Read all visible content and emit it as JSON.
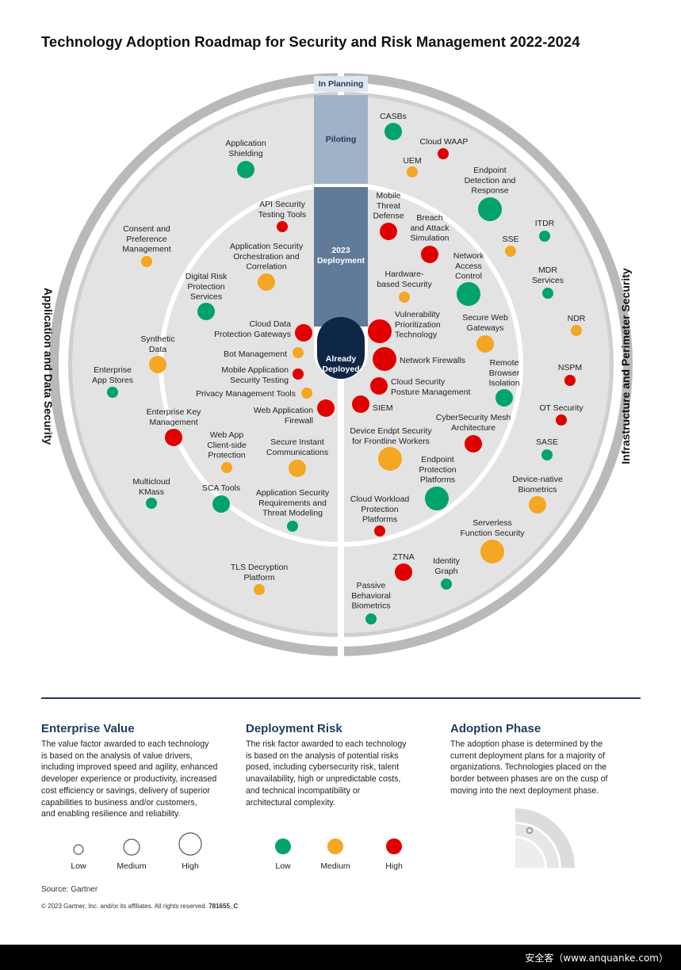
{
  "title": "Technology Adoption Roadmap for Security and Risk Management 2022-2024",
  "phases": {
    "in_planning": "In Planning",
    "piloting": "Piloting",
    "deployment_2023": [
      "2023",
      "Deployment"
    ],
    "already_deployed": [
      "Already",
      "Deployed"
    ]
  },
  "sides": {
    "left": "Application and Data Security",
    "right": "Infrastructure and Perimeter Security"
  },
  "colors": {
    "low": "#00a36c",
    "medium": "#f5a623",
    "high": "#e00000"
  },
  "technologies": [
    {
      "name": [
        "CASBs"
      ],
      "value": "medium",
      "risk": "low"
    },
    {
      "name": [
        "Cloud WAAP"
      ],
      "value": "low",
      "risk": "high"
    },
    {
      "name": [
        "UEM"
      ],
      "value": "low",
      "risk": "medium"
    },
    {
      "name": [
        "Endpoint",
        "Detection and",
        "Response"
      ],
      "value": "high",
      "risk": "low"
    },
    {
      "name": [
        "ITDR"
      ],
      "value": "low",
      "risk": "low"
    },
    {
      "name": [
        "SSE"
      ],
      "value": "low",
      "risk": "medium"
    },
    {
      "name": [
        "MDR",
        "Services"
      ],
      "value": "low",
      "risk": "low"
    },
    {
      "name": [
        "NDR"
      ],
      "value": "low",
      "risk": "medium"
    },
    {
      "name": [
        "NSPM"
      ],
      "value": "low",
      "risk": "high"
    },
    {
      "name": [
        "OT Security"
      ],
      "value": "low",
      "risk": "high"
    },
    {
      "name": [
        "SASE"
      ],
      "value": "low",
      "risk": "low"
    },
    {
      "name": [
        "Device-native",
        "Biometrics"
      ],
      "value": "medium",
      "risk": "medium"
    },
    {
      "name": [
        "Serverless",
        "Function Security"
      ],
      "value": "high",
      "risk": "medium"
    },
    {
      "name": [
        "Identity",
        "Graph"
      ],
      "value": "low",
      "risk": "low"
    },
    {
      "name": [
        "ZTNA"
      ],
      "value": "medium",
      "risk": "high"
    },
    {
      "name": [
        "Passive",
        "Behavioral",
        "Biometrics"
      ],
      "value": "low",
      "risk": "low"
    },
    {
      "name": [
        "Mobile",
        "Threat",
        "Defense"
      ],
      "value": "medium",
      "risk": "high"
    },
    {
      "name": [
        "Breach",
        "and Attack",
        "Simulation"
      ],
      "value": "medium",
      "risk": "high"
    },
    {
      "name": [
        "Network",
        "Access",
        "Control"
      ],
      "value": "high",
      "risk": "low"
    },
    {
      "name": [
        "Hardware-",
        "based Security"
      ],
      "value": "low",
      "risk": "medium"
    },
    {
      "name": [
        "Vulnerability",
        "Prioritization",
        "Technology"
      ],
      "value": "high",
      "risk": "high"
    },
    {
      "name": [
        "Secure Web",
        "Gateways"
      ],
      "value": "medium",
      "risk": "medium"
    },
    {
      "name": [
        "Network Firewalls"
      ],
      "value": "high",
      "risk": "high"
    },
    {
      "name": [
        "Cloud Security",
        "Posture Management"
      ],
      "value": "medium",
      "risk": "high"
    },
    {
      "name": [
        "Remote",
        "Browser",
        "Isolation"
      ],
      "value": "medium",
      "risk": "low"
    },
    {
      "name": [
        "SIEM"
      ],
      "value": "medium",
      "risk": "high"
    },
    {
      "name": [
        "CyberSecurity Mesh",
        "Architecture"
      ],
      "value": "medium",
      "risk": "high"
    },
    {
      "name": [
        "Device Endpt Security",
        "for Frontline Workers"
      ],
      "value": "high",
      "risk": "medium"
    },
    {
      "name": [
        "Endpoint",
        "Protection",
        "Platforms"
      ],
      "value": "high",
      "risk": "low"
    },
    {
      "name": [
        "Cloud Workload",
        "Protection",
        "Platforms"
      ],
      "value": "low",
      "risk": "high"
    },
    {
      "name": [
        "Application",
        "Shielding"
      ],
      "value": "medium",
      "risk": "low"
    },
    {
      "name": [
        "Consent and",
        "Preference",
        "Management"
      ],
      "value": "low",
      "risk": "medium"
    },
    {
      "name": [
        "API Security",
        "Testing Tools"
      ],
      "value": "low",
      "risk": "high"
    },
    {
      "name": [
        "Application Security",
        "Orchestration and",
        "Correlation"
      ],
      "value": "medium",
      "risk": "medium"
    },
    {
      "name": [
        "Digital Risk",
        "Protection",
        "Services"
      ],
      "value": "medium",
      "risk": "low"
    },
    {
      "name": [
        "Cloud Data",
        "Protection Gateways"
      ],
      "value": "medium",
      "risk": "high"
    },
    {
      "name": [
        "Synthetic",
        "Data"
      ],
      "value": "medium",
      "risk": "medium"
    },
    {
      "name": [
        "Bot Management"
      ],
      "value": "low",
      "risk": "medium"
    },
    {
      "name": [
        "Mobile Application",
        "Security Testing"
      ],
      "value": "low",
      "risk": "high"
    },
    {
      "name": [
        "Enterprise",
        "App Stores"
      ],
      "value": "low",
      "risk": "low"
    },
    {
      "name": [
        "Privacy Management Tools"
      ],
      "value": "low",
      "risk": "medium"
    },
    {
      "name": [
        "Web Application",
        "Firewall"
      ],
      "value": "medium",
      "risk": "high"
    },
    {
      "name": [
        "Enterprise Key",
        "Management"
      ],
      "value": "medium",
      "risk": "high"
    },
    {
      "name": [
        "Web App",
        "Client-side",
        "Protection"
      ],
      "value": "low",
      "risk": "medium"
    },
    {
      "name": [
        "Secure Instant",
        "Communications"
      ],
      "value": "medium",
      "risk": "medium"
    },
    {
      "name": [
        "Multicloud",
        "KMass"
      ],
      "value": "low",
      "risk": "low"
    },
    {
      "name": [
        "SCA Tools"
      ],
      "value": "medium",
      "risk": "low"
    },
    {
      "name": [
        "Application Security",
        "Requirements and",
        "Threat Modeling"
      ],
      "value": "low",
      "risk": "low"
    },
    {
      "name": [
        "TLS Decryption",
        "Platform"
      ],
      "value": "low",
      "risk": "medium"
    }
  ],
  "legend": {
    "enterprise_value": {
      "title": "Enterprise Value",
      "lines": [
        "The value factor awarded to each technology",
        "is based on the analysis of value drivers,",
        "including improved speed and agility, enhanced",
        "developer experience or productivity, increased",
        "cost efficiency or savings, delivery of superior",
        "capabilities to business and/or customers,",
        "and enabling resilience and reliability."
      ],
      "labels": [
        "Low",
        "Medium",
        "High"
      ]
    },
    "deployment_risk": {
      "title": "Deployment Risk",
      "lines": [
        "The risk factor awarded to each technology",
        "is based on the analysis of potential risks",
        "posed, including cybersecurity risk, talent",
        "unavailability, high or unpredictable costs,",
        "and technical incompatibility or",
        "architectural complexity."
      ],
      "labels": [
        "Low",
        "Medium",
        "High"
      ]
    },
    "adoption_phase": {
      "title": "Adoption Phase",
      "lines": [
        "The adoption phase is determined by the",
        "current deployment plans for a majority of",
        "organizations. Technologies placed on the",
        "border between phases are on the cusp of",
        "moving into the next deployment phase."
      ]
    }
  },
  "source": "Source: Gartner",
  "copyright": "© 2023 Gartner, Inc. and/or its affiliates. All rights reserved.",
  "doc_id": "781655_C",
  "watermark": "安全客（www.anquanke.com）"
}
